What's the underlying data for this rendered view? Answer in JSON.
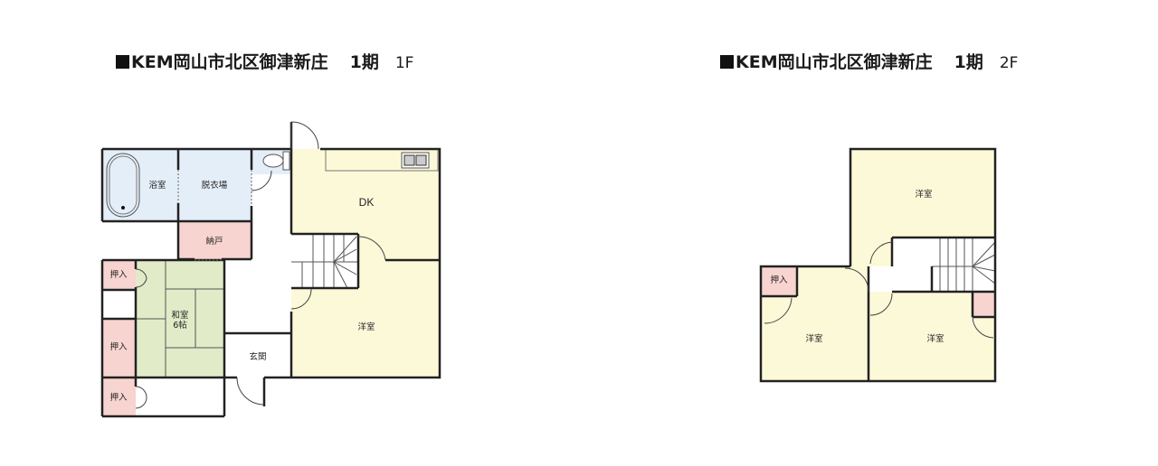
{
  "plan_1f": {
    "title": "KEM岡山市北区御津新庄",
    "phase": "1期",
    "floor": "1F",
    "rooms": {
      "bath": "浴室",
      "dressing": "脱衣場",
      "storage": "納戸",
      "dk": "DK",
      "closet1": "押入",
      "closet2": "押入",
      "closet3": "押入",
      "washitsu_line1": "和室",
      "washitsu_line2": "6帖",
      "entrance": "玄関",
      "western": "洋室"
    }
  },
  "plan_2f": {
    "title": "KEM岡山市北区御津新庄",
    "phase": "1期",
    "floor": "2F",
    "rooms": {
      "western_top": "洋室",
      "closet": "押入",
      "western_left": "洋室",
      "western_right": "洋室"
    }
  },
  "colors": {
    "wet_area": "#e4eef8",
    "storage": "#f7d4cf",
    "tatami": "#e1ebc8",
    "floor_yellow": "#fcf9d9",
    "wall": "#222222"
  }
}
